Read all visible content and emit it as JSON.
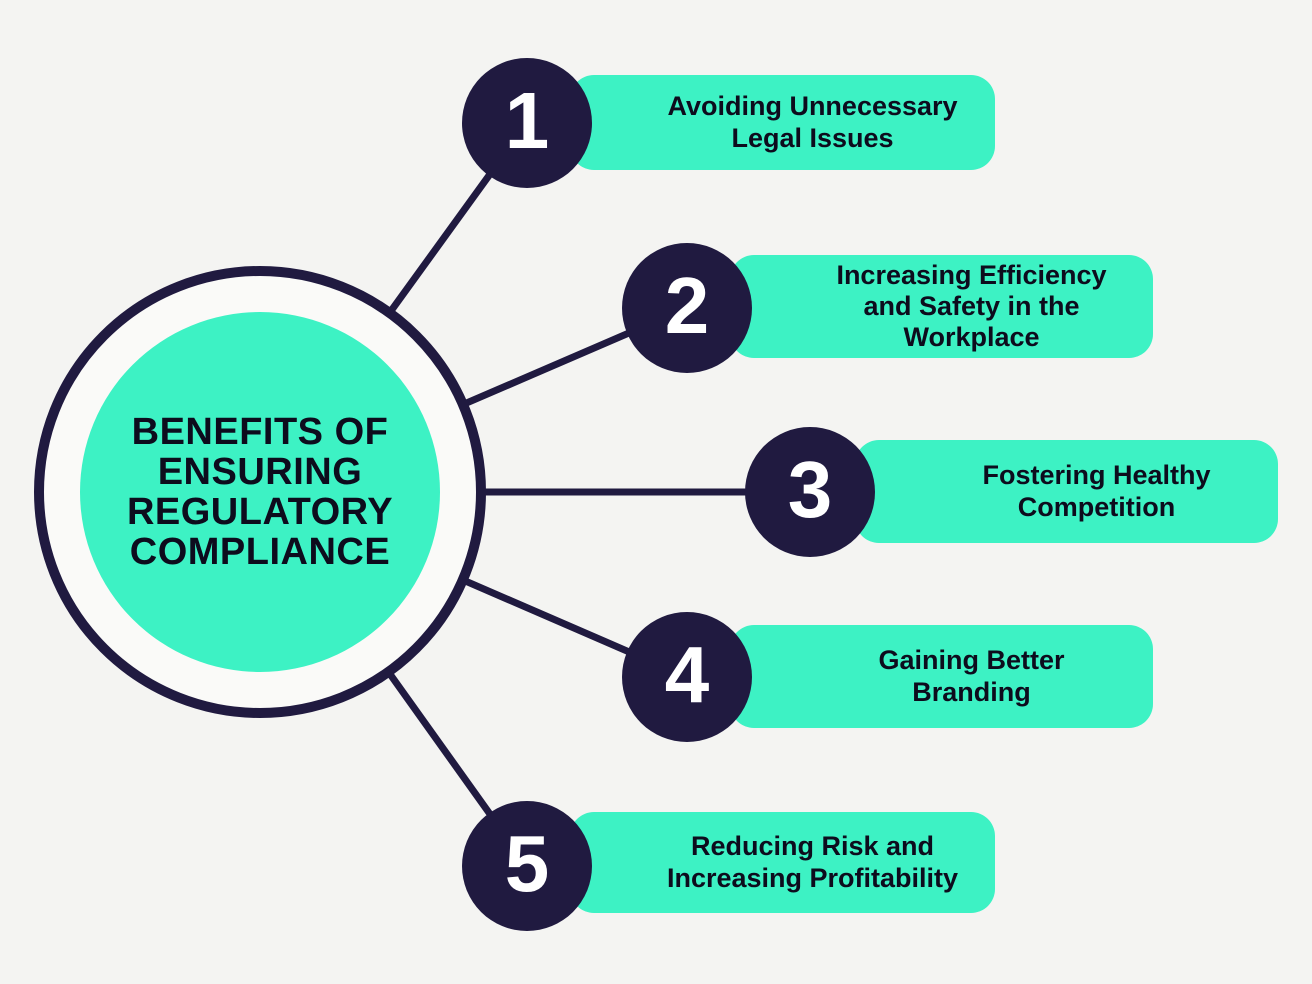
{
  "center": {
    "title": "BENEFITS OF\nENSURING\nREGULATORY\nCOMPLIANCE"
  },
  "items": [
    {
      "number": "1",
      "label": "Avoiding Unnecessary\nLegal Issues"
    },
    {
      "number": "2",
      "label": "Increasing Efficiency\nand Safety in the\nWorkplace"
    },
    {
      "number": "3",
      "label": "Fostering Healthy\nCompetition"
    },
    {
      "number": "4",
      "label": "Gaining Better\nBranding"
    },
    {
      "number": "5",
      "label": "Reducing Risk and\nIncreasing Profitability"
    }
  ],
  "colors": {
    "background": "#f4f4f2",
    "teal": "#3df2c4",
    "navy": "#201a40",
    "text_dark": "#0d0c1d",
    "number_text": "#ffffff"
  }
}
